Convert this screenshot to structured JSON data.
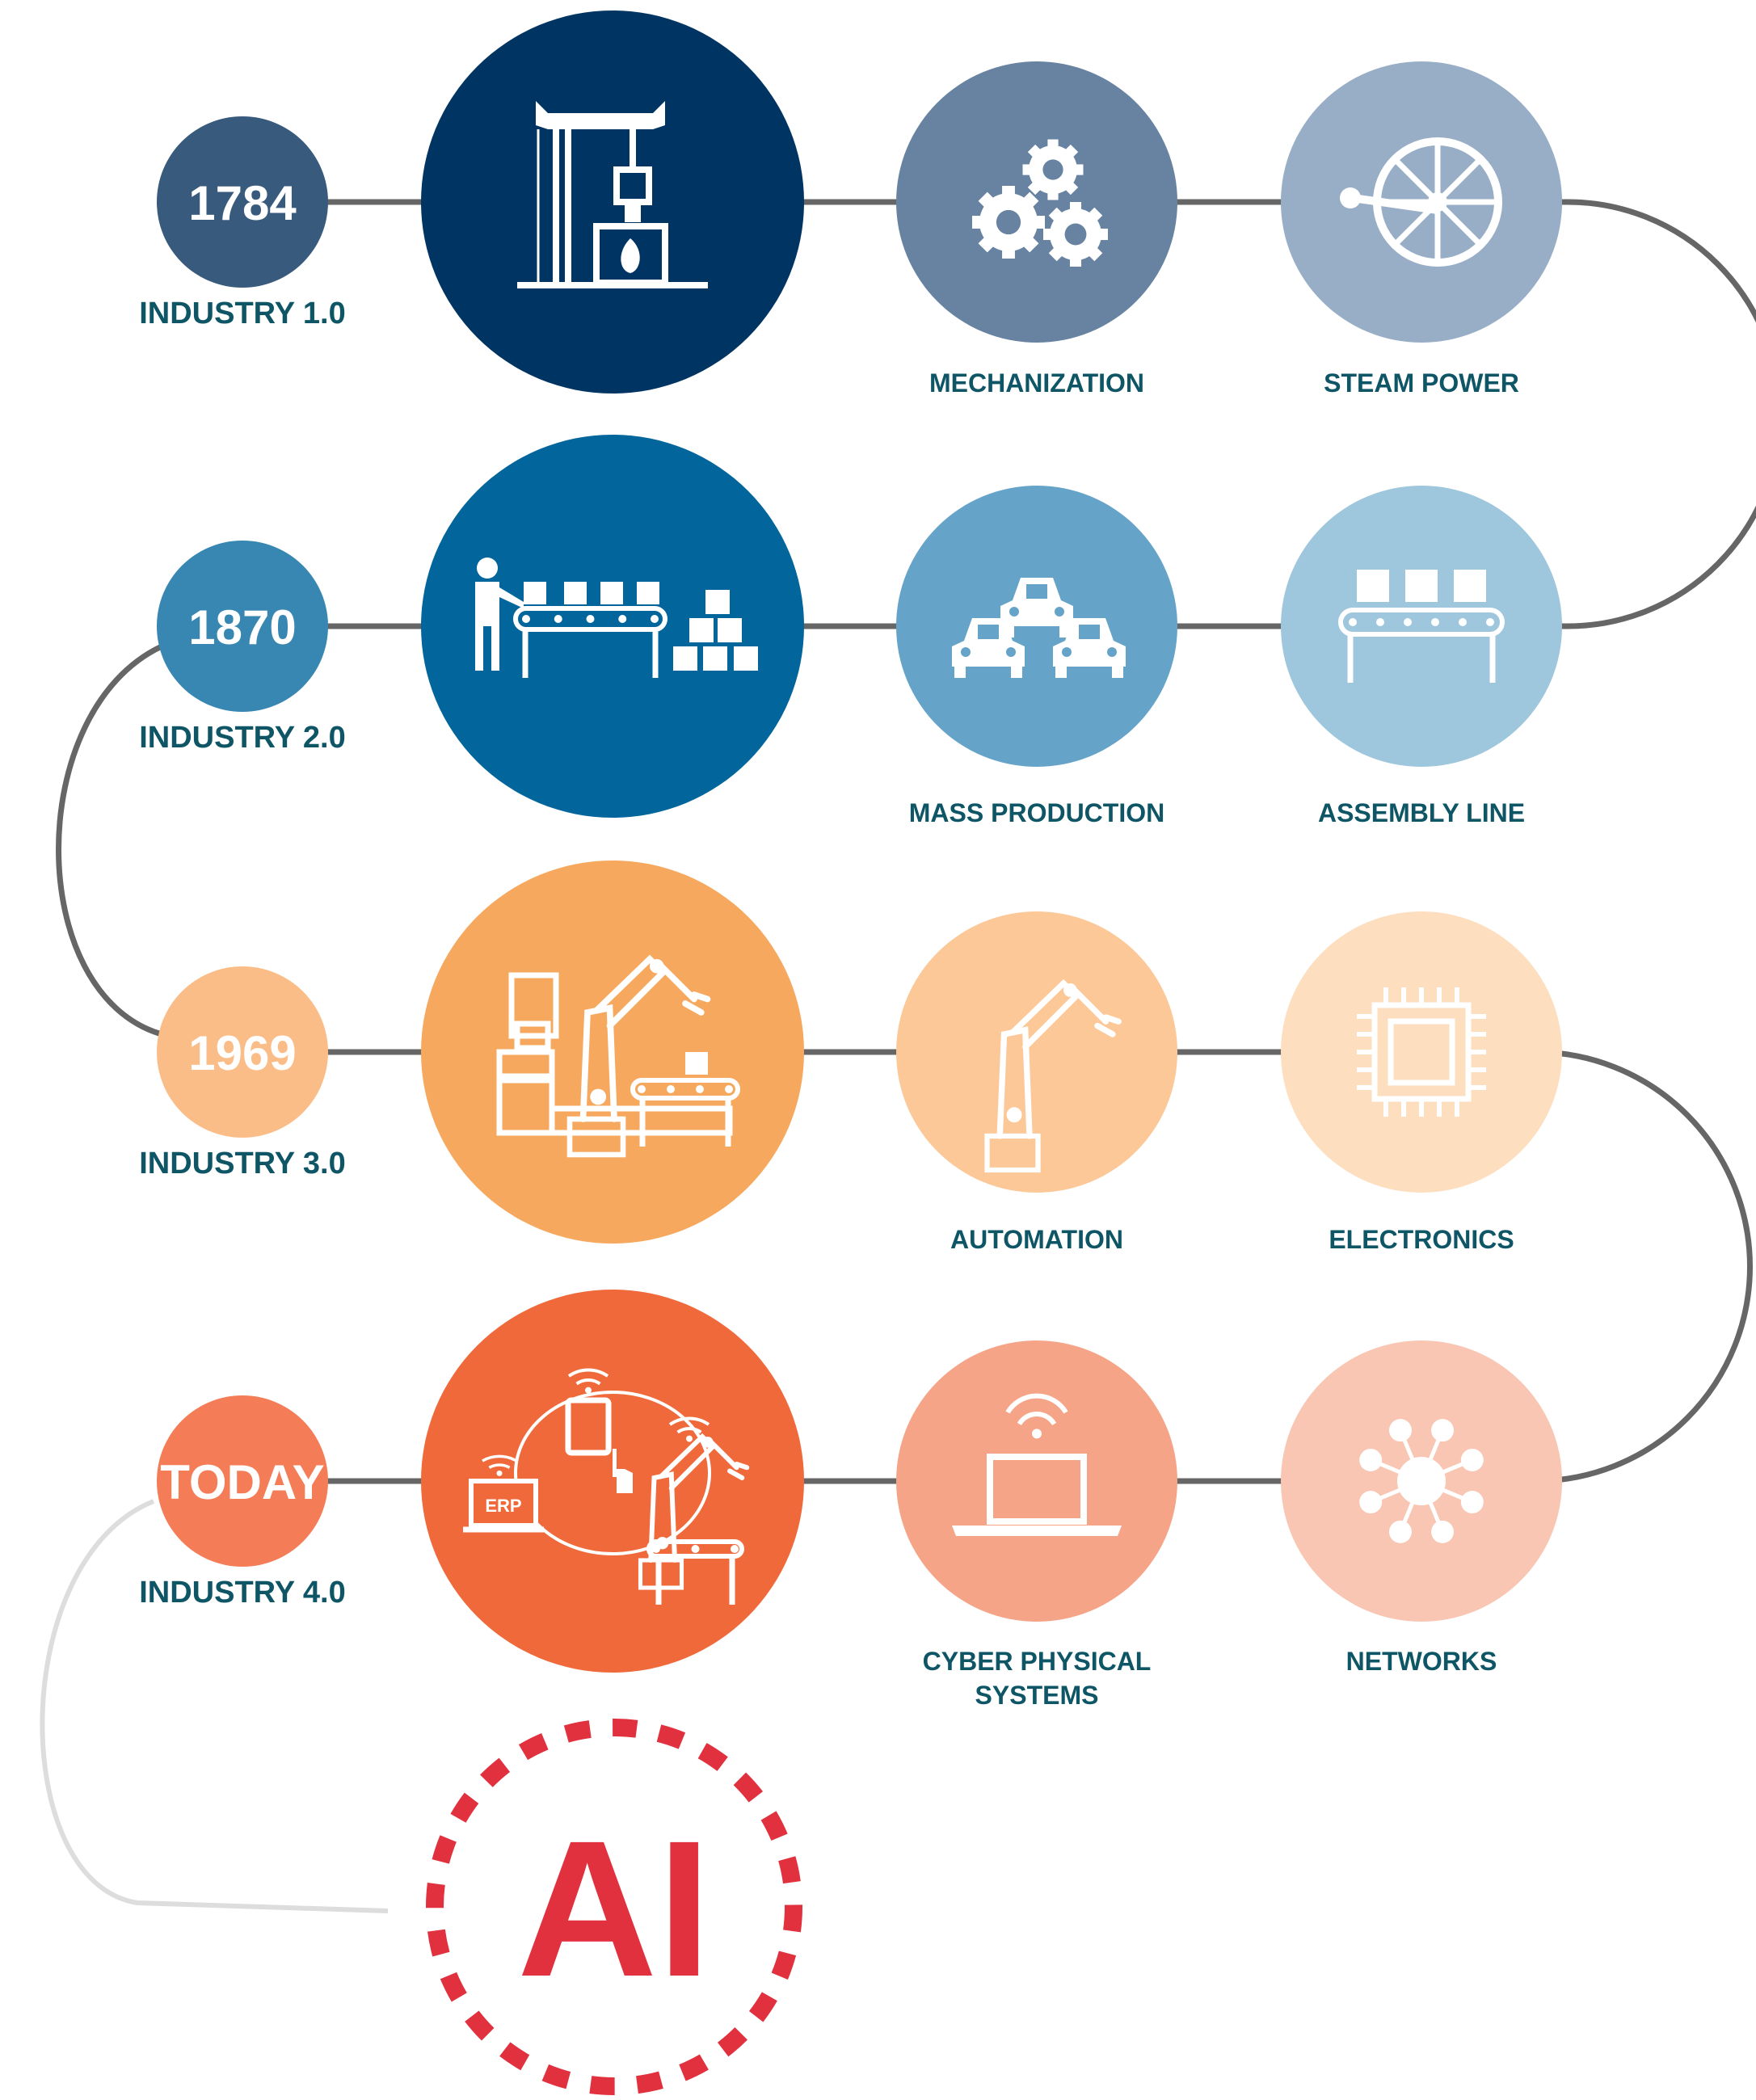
{
  "colors": {
    "connector": "#666666",
    "ai_connector": "#dddddd",
    "label_text": "#0e5566",
    "ai": "#e2313e"
  },
  "rows": [
    {
      "year": "1784",
      "industry": "INDUSTRY 1.0",
      "year_color": "#385a7c",
      "main_color": "#003462",
      "main_icon": "oil-pump-furnace-icon",
      "items": [
        {
          "label": "MECHANIZATION",
          "color": "#6783a1",
          "icon": "gears-icon"
        },
        {
          "label": "STEAM POWER",
          "color": "#98aec6",
          "icon": "steam-wheel-icon"
        }
      ]
    },
    {
      "year": "1870",
      "industry": "INDUSTRY 2.0",
      "year_color": "#3787b2",
      "main_color": "#02659c",
      "main_icon": "worker-conveyor-boxes-icon",
      "items": [
        {
          "label": "MASS PRODUCTION",
          "color": "#65a4c8",
          "icon": "cars-icon"
        },
        {
          "label": "ASSEMBLY LINE",
          "color": "#9ec6dc",
          "icon": "conveyor-belt-icon"
        }
      ]
    },
    {
      "year": "1969",
      "industry": "INDUSTRY 3.0",
      "year_color": "#fbbd88",
      "main_color": "#f6a85e",
      "main_icon": "robot-arm-workstation-icon",
      "items": [
        {
          "label": "AUTOMATION",
          "color": "#fcc898",
          "icon": "robot-arm-icon"
        },
        {
          "label": "ELECTRONICS",
          "color": "#fddebf",
          "icon": "microchip-icon"
        }
      ]
    },
    {
      "year": "TODAY",
      "industry": "INDUSTRY 4.0",
      "year_color": "#f47d58",
      "main_color": "#f0693a",
      "main_icon": "connected-factory-icon",
      "main_badge": "ERP",
      "items": [
        {
          "label": "CYBER PHYSICAL\nSYSTEMS",
          "color": "#f6a487",
          "icon": "wireless-laptop-icon"
        },
        {
          "label": "NETWORKS",
          "color": "#f8c6b2",
          "icon": "network-hub-icon"
        }
      ]
    }
  ],
  "ai": {
    "text": "AI"
  }
}
